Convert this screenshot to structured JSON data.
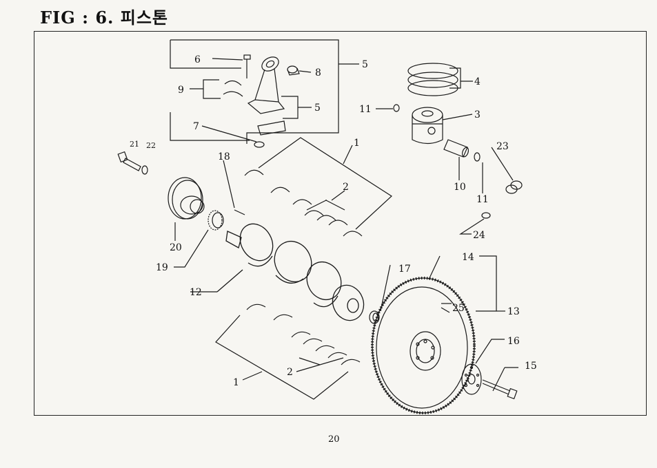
{
  "figure": {
    "title": "FIG : 6. 피스톤"
  },
  "page": {
    "number": "20"
  },
  "callouts": {
    "c1_top": "1",
    "c1_bottom": "1",
    "c2_top": "2",
    "c2_bottom": "2",
    "c3": "3",
    "c4": "4",
    "c5_outer": "5",
    "c5_inner": "5",
    "c6": "6",
    "c7": "7",
    "c8": "8",
    "c9": "9",
    "c10": "10",
    "c11_left": "11",
    "c11_right": "11",
    "c12": "12",
    "c13": "13",
    "c14": "14",
    "c15": "15",
    "c16": "16",
    "c17": "17",
    "c18": "18",
    "c19": "19",
    "c20": "20",
    "c21": "21",
    "c22": "22",
    "c23": "23",
    "c24": "24",
    "c25": "25"
  }
}
